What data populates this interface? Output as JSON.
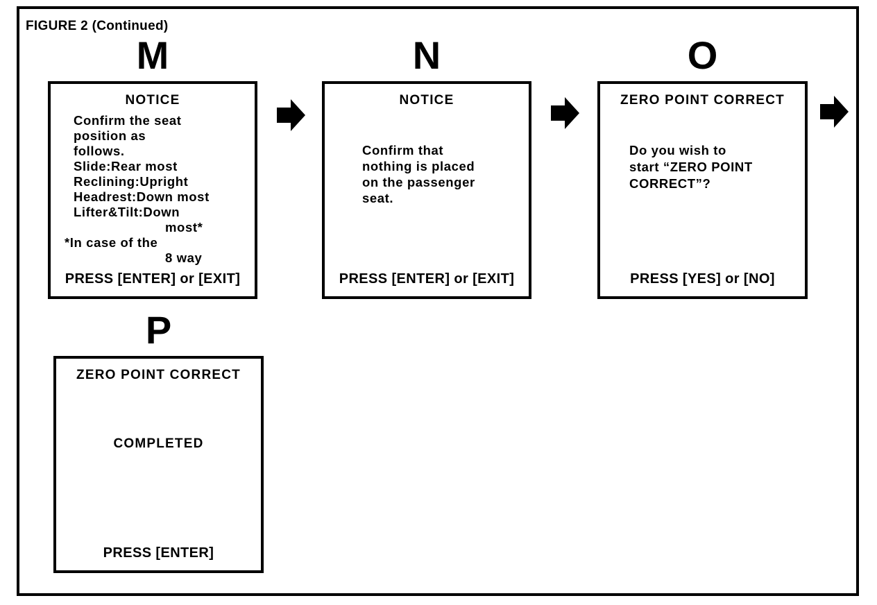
{
  "figure_title": "FIGURE 2 (Continued)",
  "colors": {
    "ink": "#000000",
    "background": "#ffffff"
  },
  "screens": [
    {
      "label": "M",
      "heading": "NOTICE",
      "body": [
        "Confirm the seat",
        "position as",
        "follows.",
        "Slide:Rear most",
        "Reclining:Upright",
        "Headrest:Down most",
        "Lifter&Tilt:Down",
        "most*",
        "*In case of the",
        "8 way"
      ],
      "footer": "PRESS [ENTER] or [EXIT]"
    },
    {
      "label": "N",
      "heading": "NOTICE",
      "body": [
        "Confirm that",
        "nothing is placed",
        "on the passenger",
        "seat."
      ],
      "footer": "PRESS [ENTER] or [EXIT]"
    },
    {
      "label": "O",
      "heading": "ZERO POINT CORRECT",
      "body": [
        "Do you wish to",
        "start “ZERO POINT",
        "CORRECT”?"
      ],
      "footer": "PRESS [YES] or [NO]"
    },
    {
      "label": "P",
      "heading": "ZERO POINT CORRECT",
      "body": [
        "COMPLETED"
      ],
      "footer": "PRESS [ENTER]"
    }
  ]
}
